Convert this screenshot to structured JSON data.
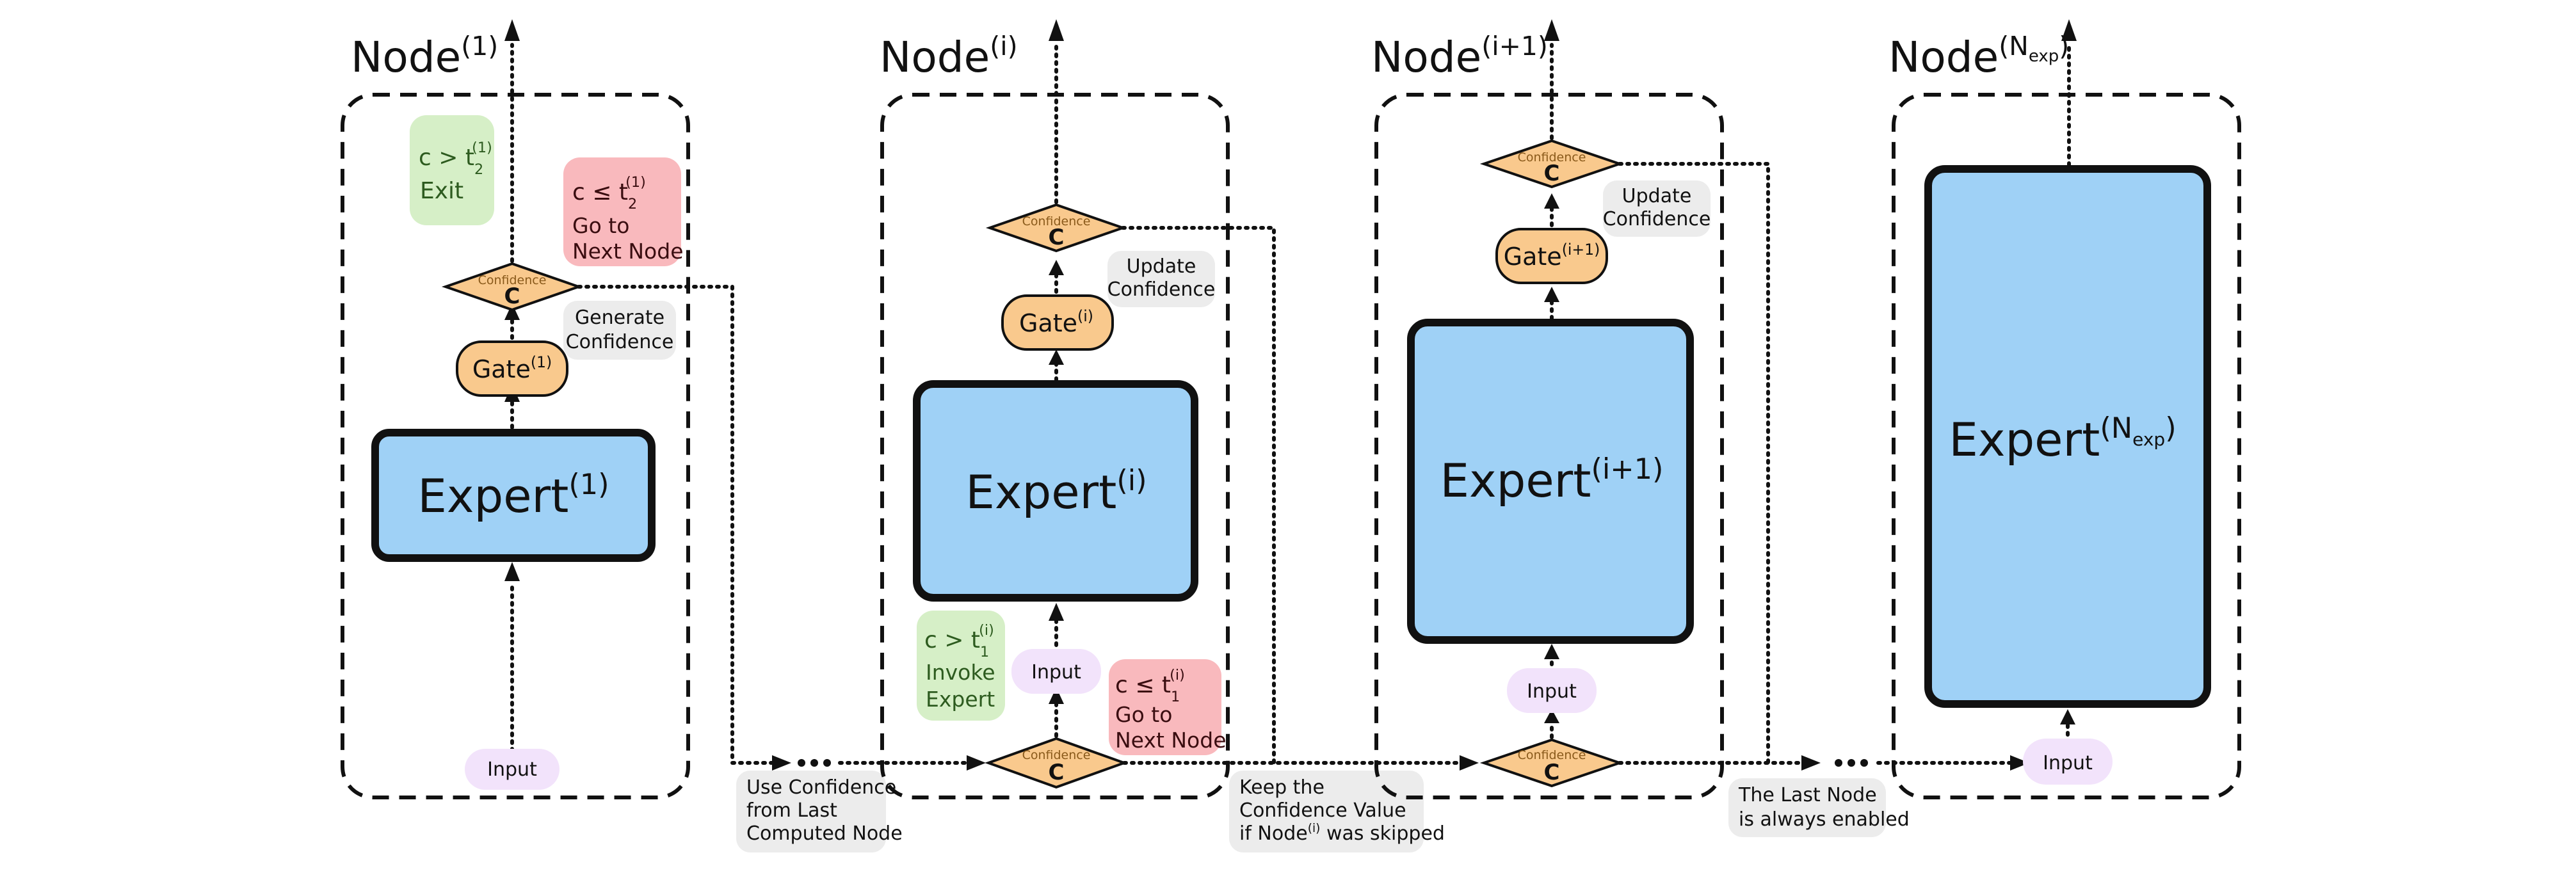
{
  "labels": {
    "node": "Node",
    "expert": "Expert",
    "gate": "Gate",
    "input": "Input",
    "confidence": "Confidence",
    "conf_symbol": "C"
  },
  "superscripts": {
    "first": "(1)",
    "i": "(i)",
    "i_plus_1": "(i+1)",
    "n_exp_base": "N",
    "n_exp_sub": "exp"
  },
  "notes": {
    "exit_condition": "c > t",
    "exit_condition_sub": "2",
    "exit_condition_sup": "(1)",
    "exit_label": "Exit",
    "next_condition_first": "c ≤ t",
    "next_condition_first_sub": "2",
    "next_condition_first_sup": "(1)",
    "go_to_next_line1": "Go to",
    "go_to_next_line2": "Next Node",
    "generate_line1": "Generate",
    "generate_line2": "Confidence",
    "update_line1": "Update",
    "update_line2": "Confidence",
    "invoke_condition": "c > t",
    "invoke_condition_sub": "1",
    "invoke_condition_sup": "(i)",
    "invoke_line1": "Invoke",
    "invoke_line2": "Expert",
    "skip_condition": "c ≤ t",
    "skip_condition_sub": "1",
    "skip_condition_sup": "(i)",
    "use_conf_line1": "Use Confidence",
    "use_conf_line2": "from Last",
    "use_conf_line3": "Computed Node",
    "keep_conf_line1": "Keep the",
    "keep_conf_line2": "Confidence Value",
    "keep_conf_line3_a": "if Node",
    "keep_conf_line3_sup": "(i)",
    "keep_conf_line3_b": " was skipped",
    "last_node_line1": "The Last Node",
    "last_node_line2": "is always enabled"
  },
  "colors": {
    "expert_fill": "#9fd1f6",
    "gate_fill": "#f9c98d",
    "input_fill": "#f2e3fb",
    "exit_note_fill": "#d6efc7",
    "next_note_fill": "#f9b9bd",
    "info_note_fill": "#ececec"
  }
}
